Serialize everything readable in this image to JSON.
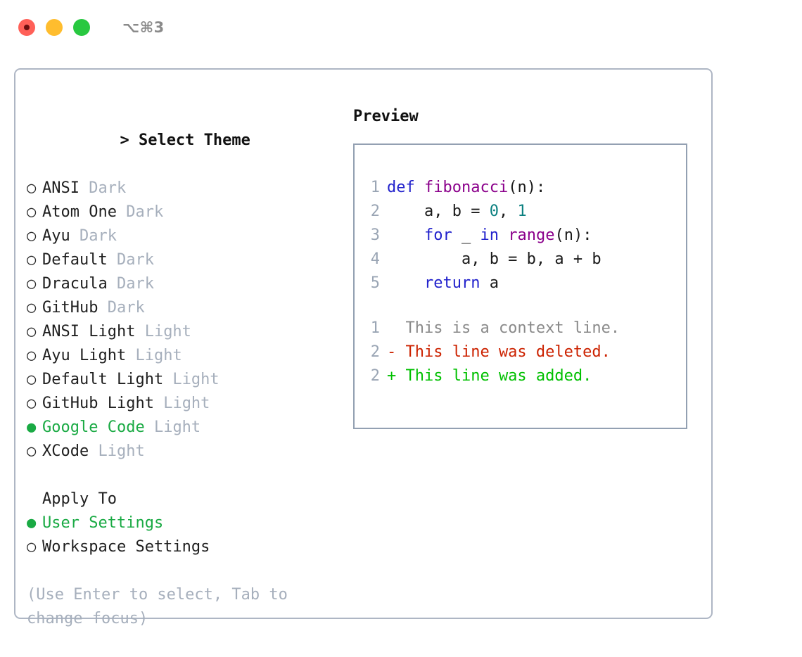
{
  "titlebar": {
    "shortcut": "⌥⌘3",
    "buttons": [
      {
        "name": "close-button",
        "color": "#FF6058"
      },
      {
        "name": "minimize-button",
        "color": "#FFBD2E"
      },
      {
        "name": "maximize-button",
        "color": "#28C840"
      }
    ]
  },
  "theme_list": {
    "prompt": "> ",
    "header": "Select Theme",
    "selected_marker": "●",
    "unselected_marker": "○",
    "items": [
      {
        "label": "ANSI",
        "tag": "Dark",
        "selected": false
      },
      {
        "label": "Atom One",
        "tag": "Dark",
        "selected": false
      },
      {
        "label": "Ayu",
        "tag": "Dark",
        "selected": false
      },
      {
        "label": "Default",
        "tag": "Dark",
        "selected": false
      },
      {
        "label": "Dracula",
        "tag": "Dark",
        "selected": false
      },
      {
        "label": "GitHub",
        "tag": "Dark",
        "selected": false
      },
      {
        "label": "ANSI Light",
        "tag": "Light",
        "selected": false
      },
      {
        "label": "Ayu Light",
        "tag": "Light",
        "selected": false
      },
      {
        "label": "Default Light",
        "tag": "Light",
        "selected": false
      },
      {
        "label": "GitHub Light",
        "tag": "Light",
        "selected": false
      },
      {
        "label": "Google Code",
        "tag": "Light",
        "selected": true
      },
      {
        "label": "XCode",
        "tag": "Light",
        "selected": false
      }
    ]
  },
  "apply_to": {
    "heading": "Apply To",
    "items": [
      {
        "label": "User Settings",
        "selected": true
      },
      {
        "label": "Workspace Settings",
        "selected": false
      }
    ]
  },
  "help": {
    "text": "(Use Enter to select, Tab to change focus)"
  },
  "preview": {
    "heading": "Preview",
    "code_lines": [
      {
        "num": "1",
        "tokens": [
          {
            "t": "def",
            "c": "kw"
          },
          {
            "t": " ",
            "c": "plain"
          },
          {
            "t": "fibonacci",
            "c": "fn"
          },
          {
            "t": "(n):",
            "c": "plain"
          }
        ]
      },
      {
        "num": "2",
        "tokens": [
          {
            "t": "    a, b = ",
            "c": "plain"
          },
          {
            "t": "0",
            "c": "num"
          },
          {
            "t": ", ",
            "c": "plain"
          },
          {
            "t": "1",
            "c": "num"
          }
        ]
      },
      {
        "num": "3",
        "tokens": [
          {
            "t": "    ",
            "c": "plain"
          },
          {
            "t": "for",
            "c": "kw"
          },
          {
            "t": " _ ",
            "c": "plain"
          },
          {
            "t": "in",
            "c": "kw"
          },
          {
            "t": " ",
            "c": "plain"
          },
          {
            "t": "range",
            "c": "fn"
          },
          {
            "t": "(n):",
            "c": "plain"
          }
        ]
      },
      {
        "num": "4",
        "tokens": [
          {
            "t": "        a, b = b, a + b",
            "c": "plain"
          }
        ]
      },
      {
        "num": "5",
        "tokens": [
          {
            "t": "    ",
            "c": "plain"
          },
          {
            "t": "return",
            "c": "kw"
          },
          {
            "t": " a",
            "c": "plain"
          }
        ]
      }
    ],
    "diff_lines": [
      {
        "num": "1",
        "text": "  This is a context line.",
        "kind": "context"
      },
      {
        "num": "2",
        "text": "- This line was deleted.",
        "kind": "del"
      },
      {
        "num": "2",
        "text": "+ This line was added.",
        "kind": "add"
      }
    ]
  },
  "colors": {
    "accent_green": "#1AAA44",
    "diff_add": "#00C000",
    "diff_del": "#CC2200",
    "keyword": "#2222CC",
    "function": "#8B008B",
    "number": "#0B8080",
    "muted": "#A6AFBC",
    "border": "#AEB6C4"
  }
}
